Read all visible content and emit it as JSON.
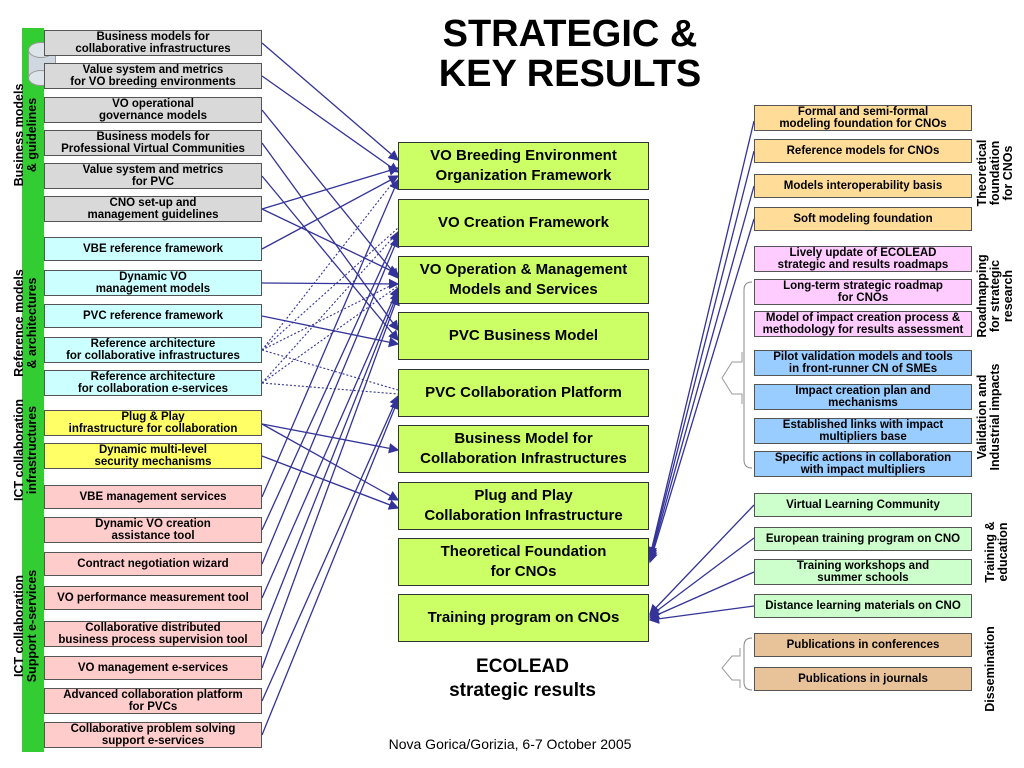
{
  "title": "STRATEGIC &\nKEY RESULTS",
  "left_groups": [
    "Business models\n& guidelines",
    "Reference models\n& architectures",
    "ICT collaboration\ninfrastructures",
    "ICT collaboration\nSupport e-services"
  ],
  "left_boxes": [
    {
      "label": "Business models for\ncollaborative infrastructures",
      "color": "#d9d9d9"
    },
    {
      "label": "Value system and metrics\nfor VO breeding environments",
      "color": "#d9d9d9"
    },
    {
      "label": "VO operational\ngovernance models",
      "color": "#d9d9d9"
    },
    {
      "label": "Business models for\nProfessional Virtual Communities",
      "color": "#d9d9d9"
    },
    {
      "label": "Value system and metrics\nfor PVC",
      "color": "#d9d9d9"
    },
    {
      "label": "CNO set-up and\nmanagement guidelines",
      "color": "#d9d9d9"
    },
    {
      "label": "VBE reference framework",
      "color": "#ccffff"
    },
    {
      "label": "Dynamic VO\nmanagement models",
      "color": "#ccffff"
    },
    {
      "label": "PVC reference framework",
      "color": "#ccffff"
    },
    {
      "label": "Reference architecture\nfor collaborative infrastructures",
      "color": "#ccffff"
    },
    {
      "label": "Reference architecture\nfor collaboration e-services",
      "color": "#ccffff"
    },
    {
      "label": "Plug & Play\ninfrastructure for collaboration",
      "color": "#ffff66"
    },
    {
      "label": "Dynamic multi-level\nsecurity mechanisms",
      "color": "#ffff66"
    },
    {
      "label": "VBE management services",
      "color": "#ffcccc"
    },
    {
      "label": "Dynamic VO creation\nassistance tool",
      "color": "#ffcccc"
    },
    {
      "label": "Contract negotiation wizard",
      "color": "#ffcccc"
    },
    {
      "label": "VO performance measurement tool",
      "color": "#ffcccc"
    },
    {
      "label": "Collaborative distributed\nbusiness process supervision tool",
      "color": "#ffcccc"
    },
    {
      "label": "VO management e-services",
      "color": "#ffcccc"
    },
    {
      "label": "Advanced collaboration platform\nfor PVCs",
      "color": "#ffcccc"
    },
    {
      "label": "Collaborative problem solving\nsupport e-services",
      "color": "#ffcccc"
    }
  ],
  "center_boxes": [
    "VO Breeding Environment\nOrganization Framework",
    "VO Creation Framework",
    "VO Operation & Management\nModels and Services",
    "PVC Business Model",
    "PVC Collaboration Platform",
    "Business Model for\nCollaboration Infrastructures",
    "Plug and Play\nCollaboration Infrastructure",
    "Theoretical Foundation\nfor CNOs",
    "Training program on CNOs"
  ],
  "right_boxes": [
    {
      "label": "Formal and semi-formal\nmodeling foundation for CNOs",
      "color": "#ffdd99"
    },
    {
      "label": "Reference models for CNOs",
      "color": "#ffdd99"
    },
    {
      "label": "Models interoperability basis",
      "color": "#ffdd99"
    },
    {
      "label": "Soft modeling foundation",
      "color": "#ffdd99"
    },
    {
      "label": "Lively update of ECOLEAD\nstrategic and results roadmaps",
      "color": "#ffccff"
    },
    {
      "label": "Long-term strategic roadmap\nfor CNOs",
      "color": "#ffccff"
    },
    {
      "label": "Model of impact creation process &\nmethodology for results assessment",
      "color": "#ffccff"
    },
    {
      "label": "Pilot validation models and tools\nin front-runner CN of SMEs",
      "color": "#99ccff"
    },
    {
      "label": "Impact creation plan and\nmechanisms",
      "color": "#99ccff"
    },
    {
      "label": "Established links with impact\nmultipliers base",
      "color": "#99ccff"
    },
    {
      "label": "Specific actions in collaboration\nwith impact multipliers",
      "color": "#99ccff"
    },
    {
      "label": "Virtual Learning Community",
      "color": "#ccffcc"
    },
    {
      "label": "European training program on CNO",
      "color": "#ccffcc"
    },
    {
      "label": "Training workshops and\nsummer schools",
      "color": "#ccffcc"
    },
    {
      "label": "Distance learning materials on CNO",
      "color": "#ccffcc"
    },
    {
      "label": "Publications in conferences",
      "color": "#e8c39a"
    },
    {
      "label": "Publications in journals",
      "color": "#e8c39a"
    }
  ],
  "right_groups": [
    "Theoretical\nfoundation\nfor CNOs",
    "Roadmapping\nfor strategic\nresearch",
    "Validation and\nIndustrial impacts",
    "Training &\neducation",
    "Dissemination"
  ],
  "ecolead": "ECOLEAD\nstrategic results",
  "footer": "Nova Gorica/Gorizia, 6-7 October 2005",
  "colors": {
    "strip": "#33cc33",
    "center": "#ccff66",
    "arrow": "#333399"
  }
}
